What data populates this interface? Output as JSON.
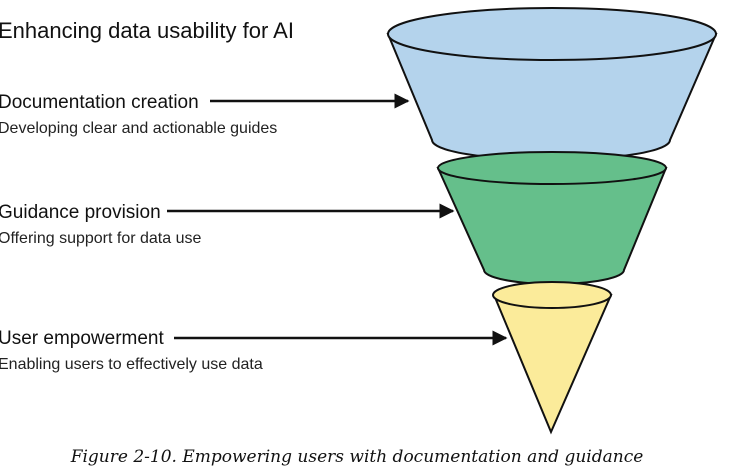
{
  "title": "Enhancing data usability for AI",
  "stages": [
    {
      "heading": "Documentation creation",
      "description": "Developing clear and actionable guides",
      "color": "#b4d3ec"
    },
    {
      "heading": "Guidance provision",
      "description": "Offering support for data use",
      "color": "#65bf8b"
    },
    {
      "heading": "User empowerment",
      "description": "Enabling users to effectively use data",
      "color": "#fbeb9a"
    }
  ],
  "caption": "Figure 2-10. Empowering users with documentation and guidance"
}
